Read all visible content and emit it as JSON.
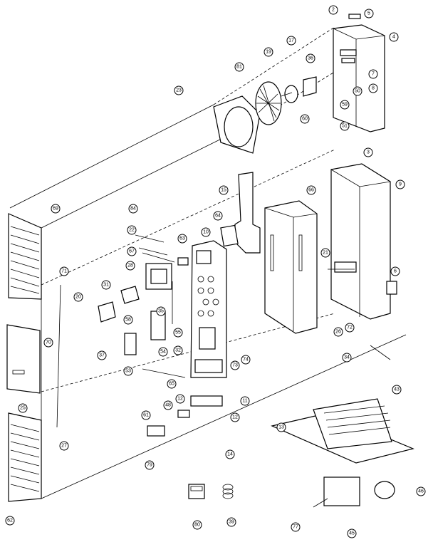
{
  "callouts": [
    {
      "id": "c2",
      "text": "2"
    },
    {
      "id": "c5",
      "text": "5"
    },
    {
      "id": "c4",
      "text": "4"
    },
    {
      "id": "c17",
      "text": "17"
    },
    {
      "id": "c36",
      "text": "36"
    },
    {
      "id": "c7",
      "text": "7"
    },
    {
      "id": "c8",
      "text": "8"
    },
    {
      "id": "c50",
      "text": "50"
    },
    {
      "id": "c19",
      "text": "19"
    },
    {
      "id": "c81",
      "text": "81"
    },
    {
      "id": "c23",
      "text": "23"
    },
    {
      "id": "c59",
      "text": "59"
    },
    {
      "id": "c60",
      "text": "60"
    },
    {
      "id": "c51",
      "text": "51"
    },
    {
      "id": "c3",
      "text": "3"
    },
    {
      "id": "c9",
      "text": "9"
    },
    {
      "id": "c15",
      "text": "15"
    },
    {
      "id": "c66",
      "text": "66"
    },
    {
      "id": "c69",
      "text": "69"
    },
    {
      "id": "c84",
      "text": "84"
    },
    {
      "id": "c64",
      "text": "64"
    },
    {
      "id": "c22",
      "text": "22"
    },
    {
      "id": "c63",
      "text": "63"
    },
    {
      "id": "c10",
      "text": "10"
    },
    {
      "id": "c67",
      "text": "67"
    },
    {
      "id": "c28",
      "text": "28"
    },
    {
      "id": "c21",
      "text": "21"
    },
    {
      "id": "c6",
      "text": "6"
    },
    {
      "id": "c71",
      "text": "71"
    },
    {
      "id": "c31",
      "text": "31"
    },
    {
      "id": "c20",
      "text": "20"
    },
    {
      "id": "c58",
      "text": "58"
    },
    {
      "id": "c35",
      "text": "35"
    },
    {
      "id": "c55",
      "text": "55"
    },
    {
      "id": "c32",
      "text": "32"
    },
    {
      "id": "c54",
      "text": "54"
    },
    {
      "id": "c37",
      "text": "37"
    },
    {
      "id": "c53",
      "text": "53"
    },
    {
      "id": "c70",
      "text": "70"
    },
    {
      "id": "c25",
      "text": "25"
    },
    {
      "id": "c65",
      "text": "65"
    },
    {
      "id": "c73",
      "text": "73"
    },
    {
      "id": "c74",
      "text": "74"
    },
    {
      "id": "c26",
      "text": "26"
    },
    {
      "id": "c72",
      "text": "72"
    },
    {
      "id": "c34",
      "text": "34"
    },
    {
      "id": "c43",
      "text": "43"
    },
    {
      "id": "c11",
      "text": "11"
    },
    {
      "id": "c12a",
      "text": "12"
    },
    {
      "id": "c12b",
      "text": "12"
    },
    {
      "id": "c48",
      "text": "48"
    },
    {
      "id": "c61",
      "text": "61"
    },
    {
      "id": "c27",
      "text": "27"
    },
    {
      "id": "c79",
      "text": "79"
    },
    {
      "id": "c14",
      "text": "14"
    },
    {
      "id": "c13",
      "text": "13"
    },
    {
      "id": "c46",
      "text": "46"
    },
    {
      "id": "c77",
      "text": "77"
    },
    {
      "id": "c45",
      "text": "45"
    },
    {
      "id": "c80",
      "text": "80"
    },
    {
      "id": "c39",
      "text": "39"
    },
    {
      "id": "c62",
      "text": "62"
    }
  ]
}
